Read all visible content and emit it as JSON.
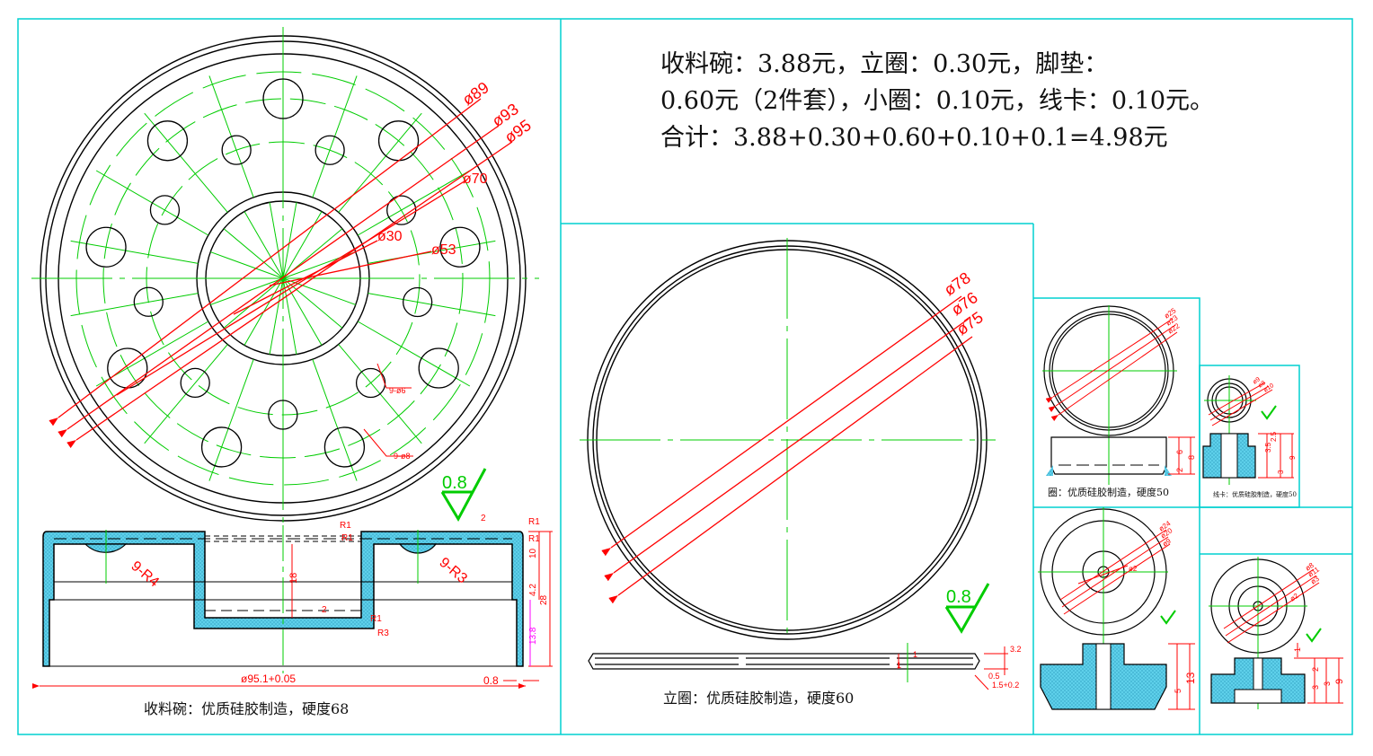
{
  "header": {
    "line1": "收料碗：3.88元，立圈：0.30元，脚垫：",
    "line2": "0.60元（2件套），小圈：0.10元，线卡：0.10元。",
    "line3": "合计：3.88+0.30+0.60+0.10+0.1=4.98元"
  },
  "colors": {
    "frame": "#00d0d0",
    "outline": "#000000",
    "center": "#00cc00",
    "dimension": "#ff0000",
    "section": "#40c8e0",
    "dim_magenta": "#ff00ff",
    "dim_green": "#00cc00"
  },
  "bowl": {
    "caption": "收料碗：优质硅胶制造，硬度68",
    "dia_labels": [
      "ø89",
      "ø93",
      "ø95",
      "ø70",
      "ø30",
      "ø53"
    ],
    "hole_labels": [
      "9-ø6",
      "9-ø8"
    ],
    "roughness": "0.8",
    "section_labels": {
      "r1a": "R1",
      "r1b": "R1",
      "r1c": "R1",
      "r1d": "R1",
      "r1e": "R1",
      "r3": "R3",
      "r4": "9-R4",
      "r3b": "9-R3",
      "h18": "18",
      "v10": "10",
      "v42": "4.2",
      "v28": "28",
      "v138": "13.8",
      "t2a": "2",
      "t2b": "2",
      "bottom": "ø95.1+0.05",
      "w08": "0.8"
    }
  },
  "ring": {
    "caption": "立圈：优质硅胶制造，硬度60",
    "dia_labels": [
      "ø78",
      "ø76",
      "ø75"
    ],
    "roughness": "0.8",
    "dims": {
      "d32": "3.2",
      "d1": "1",
      "d1b": "1",
      "d05": "0.5",
      "d15": "1.5+0.2"
    }
  },
  "small_ring": {
    "caption": "圈：优质硅胶制造，硬度50",
    "dia_labels": [
      "ø25",
      "ø23",
      "ø22"
    ],
    "dims": {
      "d6": "6",
      "d8": "8",
      "d2": "2"
    }
  },
  "clip": {
    "caption": "线卡：优质硅胶制造，硬度50",
    "dia_labels": [
      "ø9",
      "ø8",
      "ø10"
    ],
    "dims": {
      "d35": "3.5",
      "d25": "2.5",
      "d3": "3",
      "d9": "9"
    }
  },
  "foot_a": {
    "dia_labels": [
      "ø24",
      "ø20",
      "ø9",
      "ø2"
    ],
    "dims": {
      "d13": "13",
      "d5": "5"
    }
  },
  "foot_b": {
    "dia_labels": [
      "ø8",
      "ø11",
      "ø3",
      "ø2"
    ],
    "dims": {
      "d1": "1",
      "d2": "2",
      "d3": "3",
      "d3b": "3",
      "d9": "9"
    }
  }
}
